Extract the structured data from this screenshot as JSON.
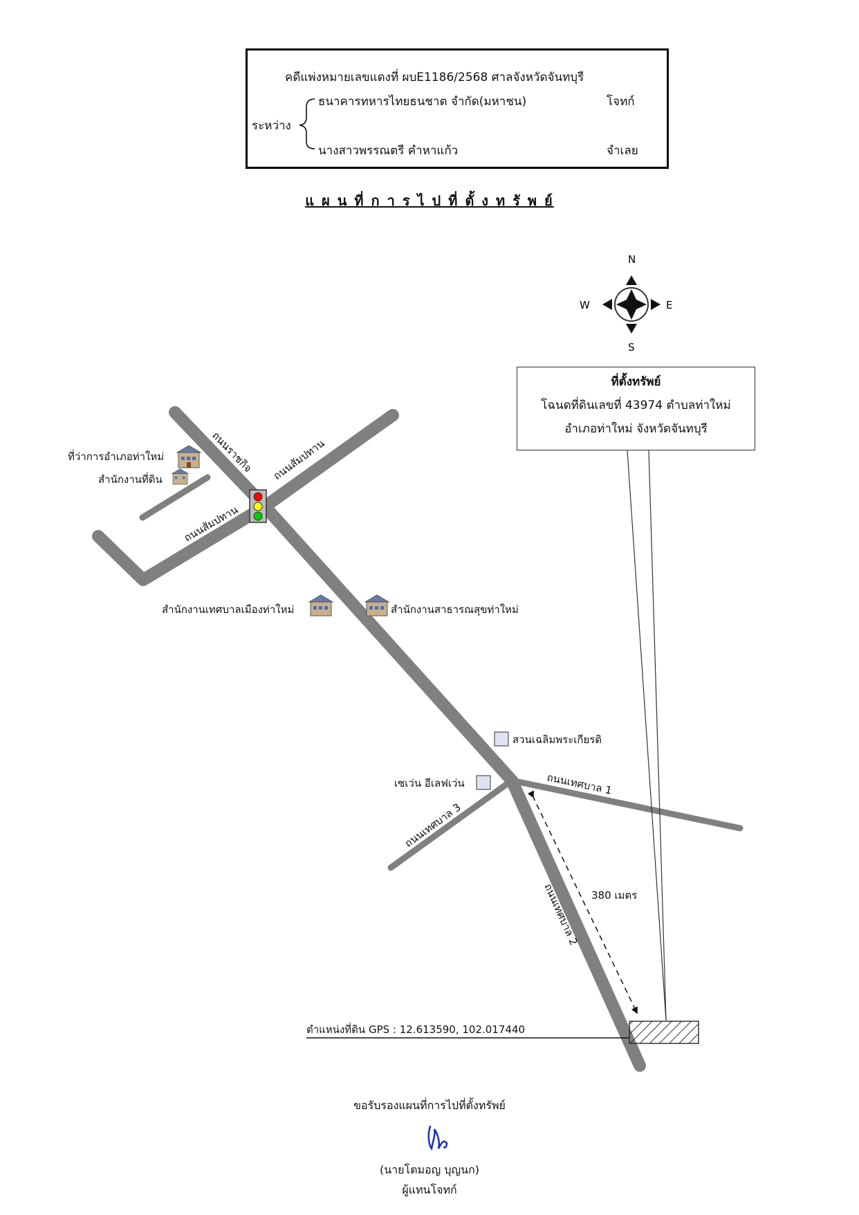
{
  "case": {
    "case_line": "คดีแพ่งหมายเลขแดงที่  ผบE1186/2568   ศาลจังหวัดจันทบุรี",
    "between_label": "ระหว่าง",
    "plaintiff_name": "ธนาคารทหารไทยธนชาต จำกัด(มหาชน)",
    "plaintiff_role": "โจทก์",
    "defendant_name": "นางสาวพรรณตรี  คำหาแก้ว",
    "defendant_role": "จำเลย"
  },
  "title": "แ ผ น ที่ ก า ร ไ ป ที่ ตั้ ง ท รั พ ย์",
  "compass": {
    "north": "N",
    "south": "S",
    "east": "E",
    "west": "W"
  },
  "property_box": {
    "line1": "ที่ตั้งทรัพย์",
    "line2": "โฉนดที่ดินเลขที่ 43974 ตำบลท่าใหม่",
    "line3": "อำเภอท่าใหม่  จังหวัดจันทบุรี"
  },
  "roads": {
    "ratchakit": "ถนนราชกิจ",
    "sampaotan_ne": "ถนนสัมปทาน",
    "sampaotan_sw": "ถนนสัมปทาน",
    "thetsaban1": "ถนนเทศบาล 1",
    "thetsaban2": "ถนนเทศบาล 2",
    "thetsaban3": "ถนนเทศบาล 3"
  },
  "landmarks": {
    "district_office": "ที่ว่าการอำเภอท่าใหม่",
    "land_office": "สำนักงานที่ดิน",
    "municipal_office": "สำนักงานเทศบาลเมืองท่าใหม่",
    "health_office": "สำนักงานสาธารณสุขท่าใหม่",
    "park": "สวนเฉลิมพระเกียรติ",
    "seven_eleven": "เซเว่น อีเลฟเว่น"
  },
  "distance_label": "380 เมตร",
  "gps_label": "ตำแหน่งที่ดิน GPS : 12.613590, 102.017440",
  "certify": {
    "text": "ขอรับรองแผนที่การไปที่ตั้งทรัพย์",
    "name": "(นายโตมอญ    บุญนก)",
    "role": "ผู้แทนโจทก์"
  },
  "colors": {
    "road": "#808080",
    "light_red": "#ff0000",
    "light_yellow": "#ffff00",
    "light_green": "#00cc00",
    "landmark_box": "#dde3f0",
    "signature": "#1a2fb8"
  },
  "icons": {
    "building": "building-icon",
    "traffic_light": "traffic-light-icon",
    "compass": "compass-rose-icon",
    "signature": "signature-mark"
  }
}
